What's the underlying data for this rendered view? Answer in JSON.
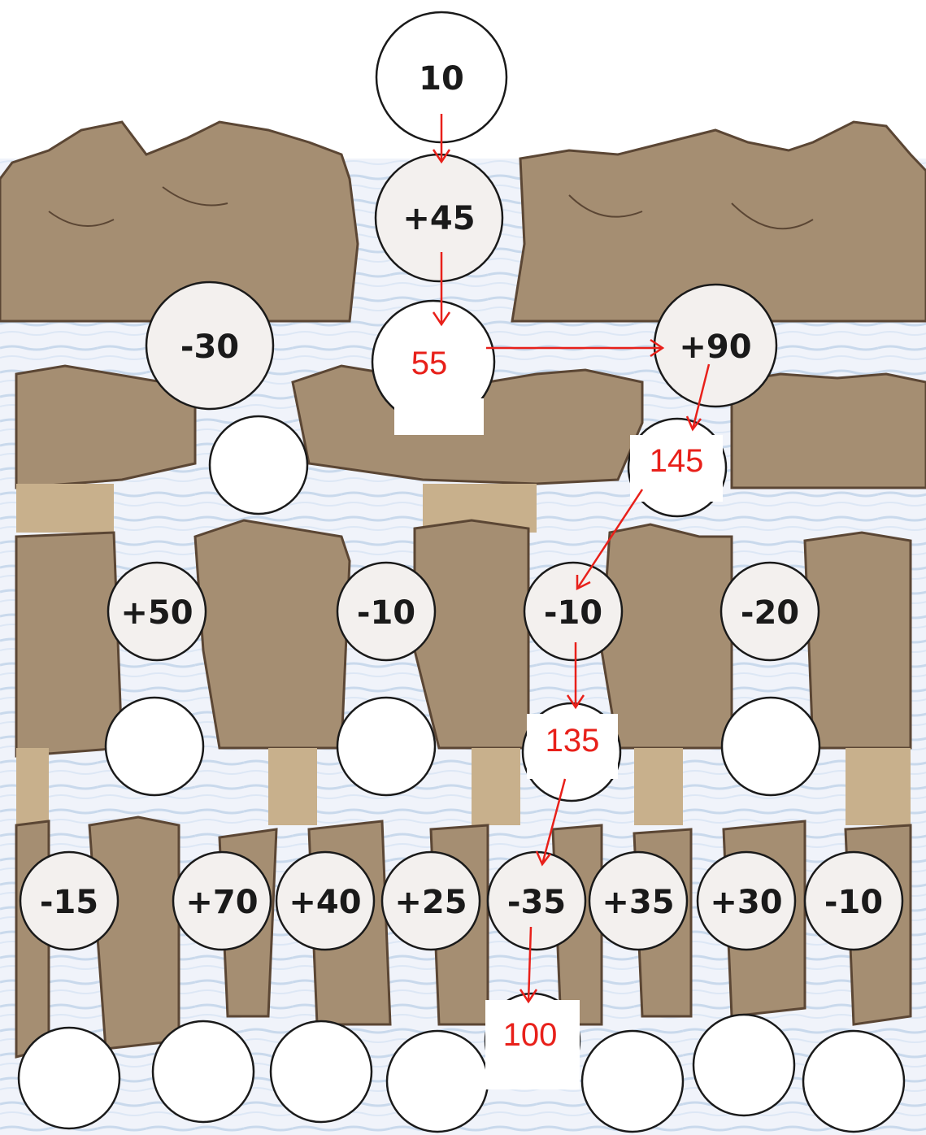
{
  "start": "10",
  "nodes": {
    "plus45": "+45",
    "minus30": "-30",
    "plus90": "+90",
    "plus50": "+50",
    "minus10_a": "-10",
    "minus10_b": "-10",
    "minus20": "-20",
    "minus15": "-15",
    "plus70": "+70",
    "plus40": "+40",
    "plus25": "+25",
    "minus35": "-35",
    "plus35": "+35",
    "plus30": "+30",
    "minus10_c": "-10"
  },
  "answers": {
    "a55": "55",
    "a145": "145",
    "a135": "135",
    "a100": "100"
  },
  "colors": {
    "rock": "#a58e72",
    "rock_dark": "#6f5a44",
    "rock_light": "#c8b08c",
    "water": "#dfe7f4",
    "water_stripe": "#8fb0d8",
    "answer": "#e8201a"
  }
}
